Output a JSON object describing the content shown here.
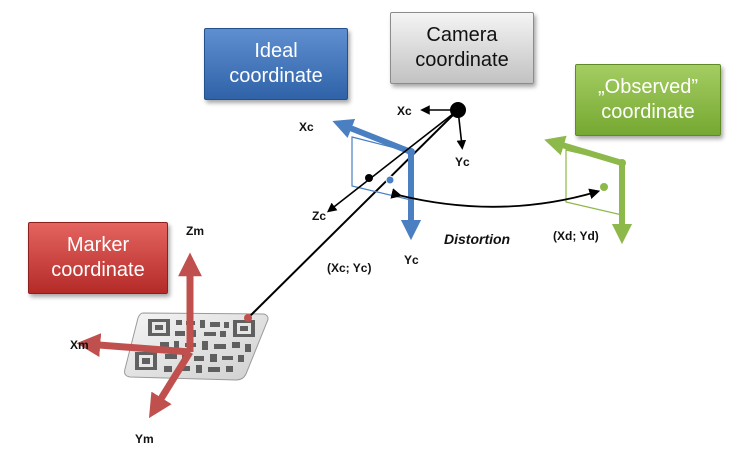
{
  "boxes": {
    "ideal": {
      "line1": "Ideal",
      "line2": "coordinate"
    },
    "camera": {
      "line1": "Camera",
      "line2": "coordinate"
    },
    "observed": {
      "line1": "„Observed”",
      "line2": "coordinate"
    },
    "marker": {
      "line1": "Marker",
      "line2": "coordinate"
    }
  },
  "labels": {
    "camera_xc": "Xc",
    "camera_yc": "Yc",
    "ideal_xc": "Xc",
    "ideal_yc": "Yc",
    "zc": "Zc",
    "xc_yc_point": "(Xc; Yc)",
    "distortion": "Distortion",
    "xd_yd_point": "(Xd; Yd)",
    "zm": "Zm",
    "xm": "Xm",
    "ym": "Ym"
  },
  "colors": {
    "ideal": "#4a7fc1",
    "camera": "#000000",
    "observed": "#8db84a",
    "marker": "#c0504d"
  }
}
